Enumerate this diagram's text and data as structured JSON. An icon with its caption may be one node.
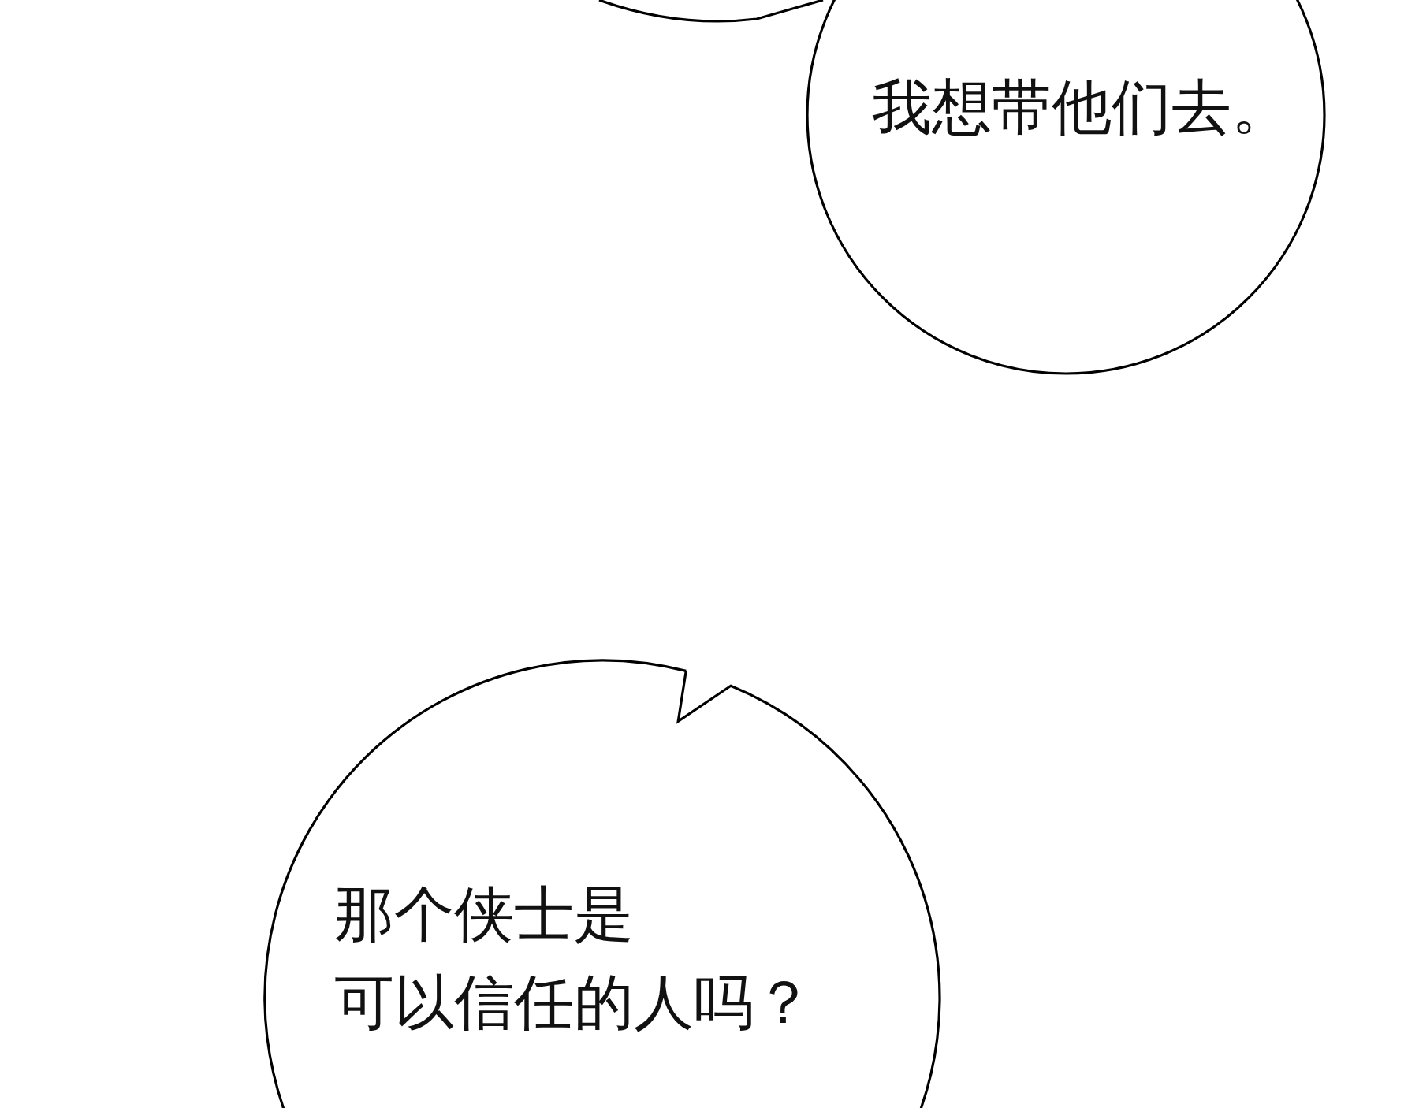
{
  "diagram": {
    "nodes": [
      {
        "text": [],
        "shape": "circle"
      },
      {
        "text": [
          "我想带他们去。"
        ]
      },
      {
        "text": [
          "那个侠士是可以信任的人吗？"
        ]
      }
    ]
  }
}
